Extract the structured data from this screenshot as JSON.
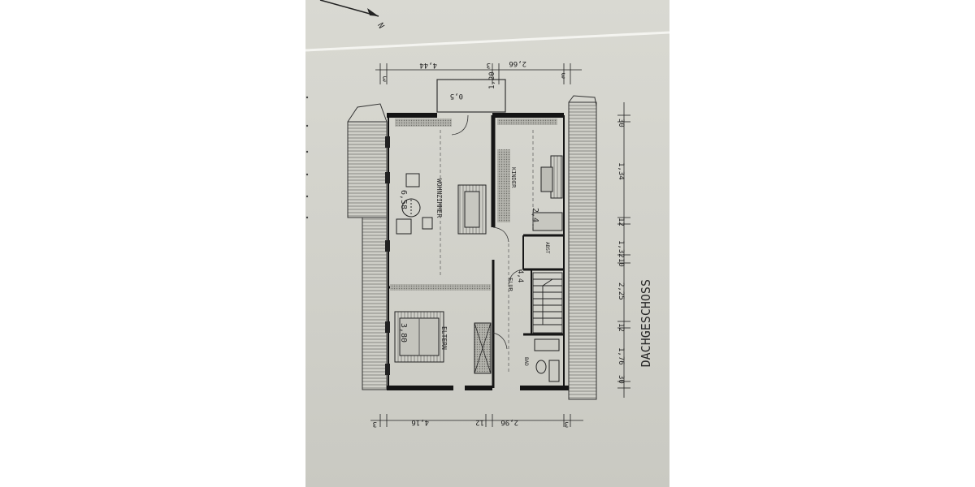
{
  "sheet": {
    "title": "DACHGESCHOSS",
    "north_label": "N"
  },
  "rooms": {
    "wohnzimmer": {
      "name": "WOHNZIMMER",
      "area": "6,58"
    },
    "eltern": {
      "name": "ELTERN",
      "area": "3,80"
    },
    "kinder": {
      "name": "KINDER",
      "area": "2,4"
    },
    "flur": {
      "name": "FLUR",
      "area": "4,4"
    },
    "abst": {
      "name": "ABST"
    },
    "bad": {
      "name": "BAD"
    }
  },
  "dimensions": {
    "top": [
      "3",
      "4,44",
      "3",
      "2,66",
      "3"
    ],
    "bottom": [
      "3",
      "4,16",
      "12",
      "2,96",
      "3"
    ],
    "right": [
      "30",
      "1,34",
      "12",
      "1,32",
      "10",
      "2,25",
      "12",
      "1,76",
      "30"
    ],
    "balcony": [
      "0,5",
      "1,20"
    ]
  },
  "colors": {
    "paper": "#d4d4cd",
    "ink": "#1b1b1b",
    "hatch": "#8a8a84"
  }
}
